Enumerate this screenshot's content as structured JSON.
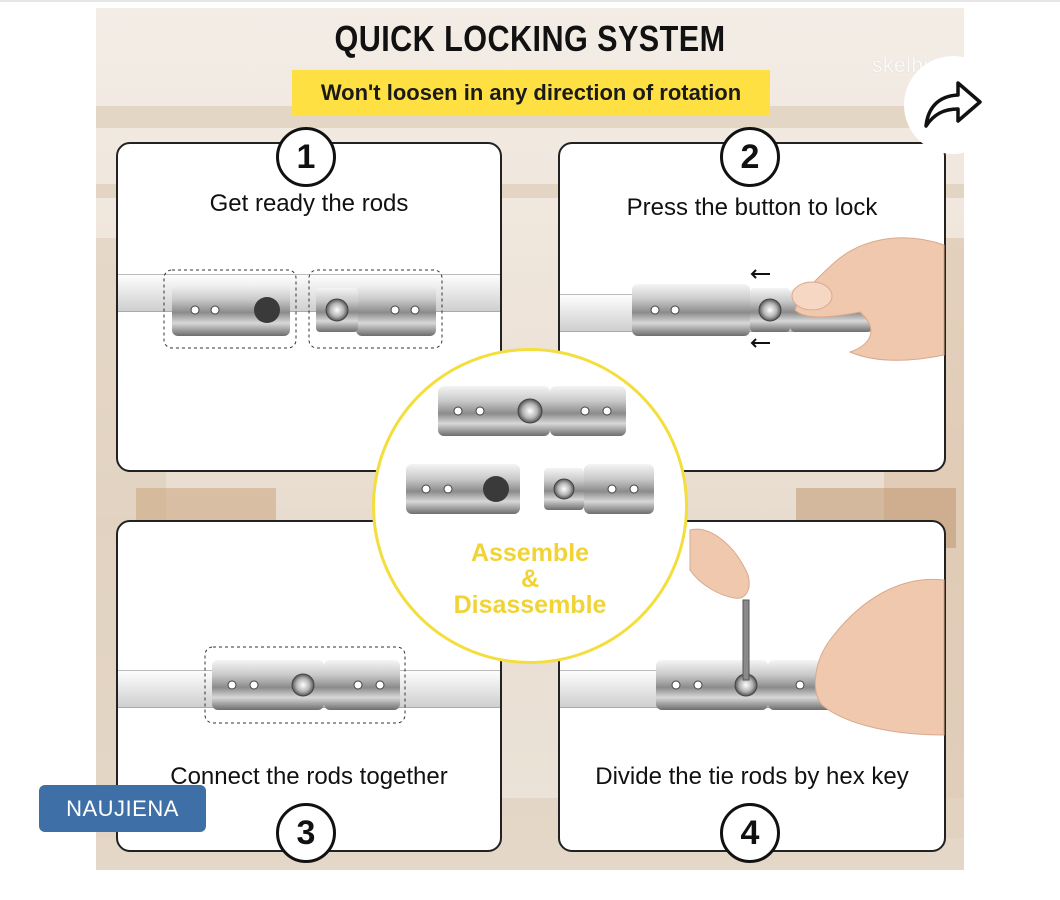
{
  "product_image": {
    "title": "QUICK LOCKING SYSTEM",
    "subtitle": "Won't loosen in any direction of rotation",
    "steps": [
      {
        "number": "1",
        "caption": "Get ready the rods"
      },
      {
        "number": "2",
        "caption": "Press the button to lock"
      },
      {
        "number": "3",
        "caption": "Connect the rods together"
      },
      {
        "number": "4",
        "caption": "Divide the tie rods by hex key"
      }
    ],
    "center_label": [
      "Assemble",
      "&",
      "Disassemble"
    ],
    "watermark": "skelbiu.lt",
    "colors": {
      "banner": "#ffe042",
      "center_ring": "#f4de3d",
      "center_text": "#f1d335"
    }
  },
  "badge": {
    "label": "NAUJIENA",
    "color": "#3f6fa7"
  },
  "actions": {
    "share_icon": "share-arrow-icon"
  }
}
